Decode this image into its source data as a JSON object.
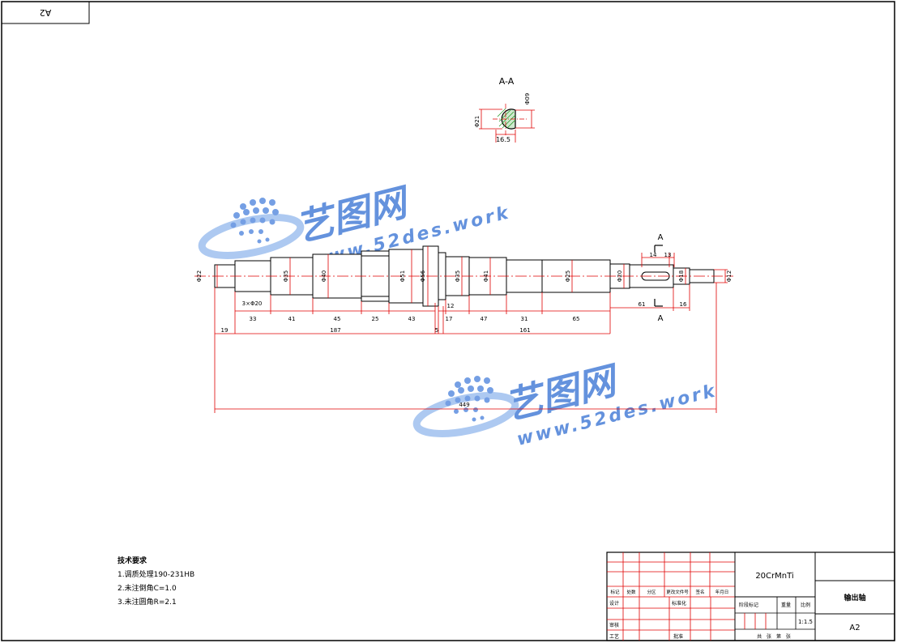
{
  "sheet": {
    "size_code_corner": "A2",
    "colors": {
      "outline": "#000000",
      "dimension": "#e00000",
      "centerline": "#e00000",
      "section_hatch": "#2a9a2a",
      "watermark": "#4a7fd8"
    }
  },
  "watermark": {
    "brand": "艺图网",
    "url": "www.52des.work"
  },
  "section_view": {
    "title": "A-A",
    "dims": [
      "Φ21",
      "Φ09",
      "16.5"
    ]
  },
  "section_mark": {
    "top": "A",
    "bottom": "A"
  },
  "shaft": {
    "diameters": [
      "Φ22",
      "Φ35",
      "Φ40",
      "Φ51",
      "Φ56",
      "Φ35",
      "Φ41",
      "Φ25",
      "Φ20",
      "Φ18",
      "Φ12"
    ],
    "seg_lengths_row1": [
      "3×Φ20",
      "33",
      "41",
      "45",
      "25",
      "43",
      "12",
      "47",
      "31",
      "65",
      "61",
      "16"
    ],
    "seg_lengths_row2": [
      "19",
      "187",
      "5",
      "17",
      "161"
    ],
    "key_dims": [
      "14",
      "13"
    ],
    "overall_length": "449"
  },
  "tech_requirements": {
    "heading": "技术要求",
    "items": [
      "1.调质处理190-231HB",
      "2.未注倒角C=1.0",
      "3.未注圆角R=2.1"
    ]
  },
  "title_block": {
    "material": "20CrMnTi",
    "part_name": "输出轴",
    "scale": "1:1.5",
    "sheet_size": "A2",
    "rev_headers": [
      "标记",
      "处数",
      "分区",
      "更改文件号",
      "签名",
      "年月日"
    ],
    "roles": [
      "设计",
      "审核",
      "工艺"
    ],
    "std_label": "标准化",
    "approve_label": "批准",
    "stage_label": "阶段标记",
    "weight_label": "重量",
    "scale_label": "比例",
    "sheet_count_label": "共 张 第 张"
  }
}
